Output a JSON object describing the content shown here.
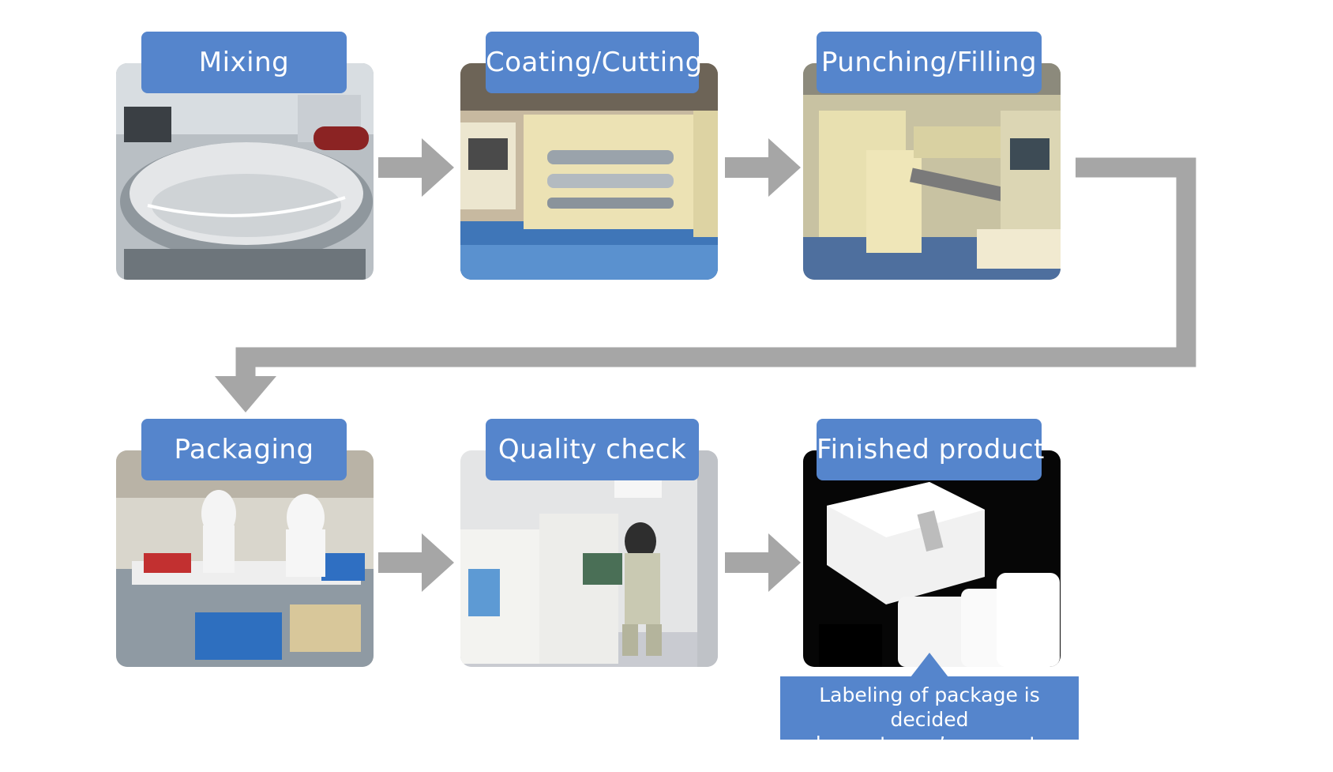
{
  "steps": [
    {
      "label": "Mixing",
      "photo_icon": "mixing-vessel-photo"
    },
    {
      "label": "Coating/Cutting",
      "photo_icon": "coating-machine-photo"
    },
    {
      "label": "Punching/Filling",
      "photo_icon": "punching-line-photo"
    },
    {
      "label": "Packaging",
      "photo_icon": "packaging-room-photo"
    },
    {
      "label": "Quality check",
      "photo_icon": "lab-analyzer-photo"
    },
    {
      "label": "Finished product",
      "photo_icon": "boxed-product-photo"
    }
  ],
  "note": {
    "line1": "Labeling of package is decided",
    "line2": "by customer’s request."
  },
  "colors": {
    "label_bg": "#5585cc",
    "arrow": "#a6a6a6",
    "text": "#ffffff"
  }
}
